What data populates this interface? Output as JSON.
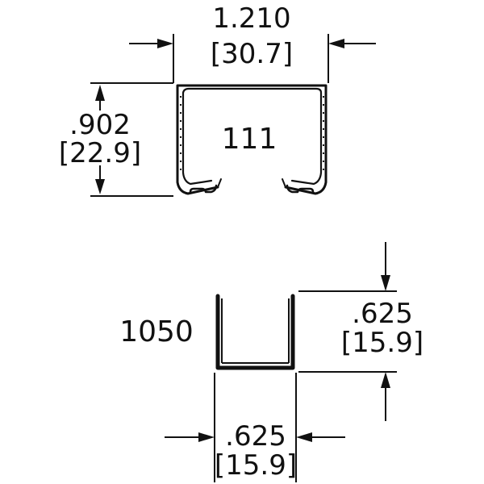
{
  "profile_111": {
    "part_number": "111",
    "width_in": "1.210",
    "width_mm": "[30.7]",
    "height_in": ".902",
    "height_mm": "[22.9]"
  },
  "profile_1050": {
    "part_number": "1050",
    "height_in": ".625",
    "height_mm": "[15.9]",
    "width_in": ".625",
    "width_mm": "[15.9]"
  },
  "colors": {
    "line": "#111111",
    "background": "#ffffff"
  }
}
